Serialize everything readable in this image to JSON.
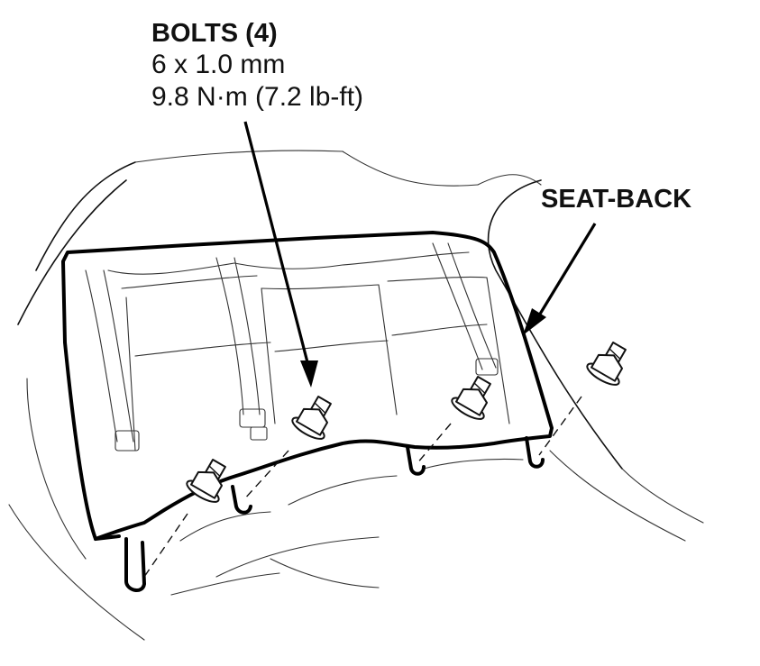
{
  "callouts": {
    "bolts": {
      "title": "BOLTS (4)",
      "size": "6 x 1.0 mm",
      "torque": "9.8 N·m (7.2 lb-ft)"
    },
    "seat_back": {
      "label": "SEAT-BACK"
    }
  },
  "icons": [
    "bolt-icon",
    "seat-back-outline",
    "arrow-icon"
  ],
  "colors": {
    "ink": "#111111",
    "background": "#ffffff"
  }
}
